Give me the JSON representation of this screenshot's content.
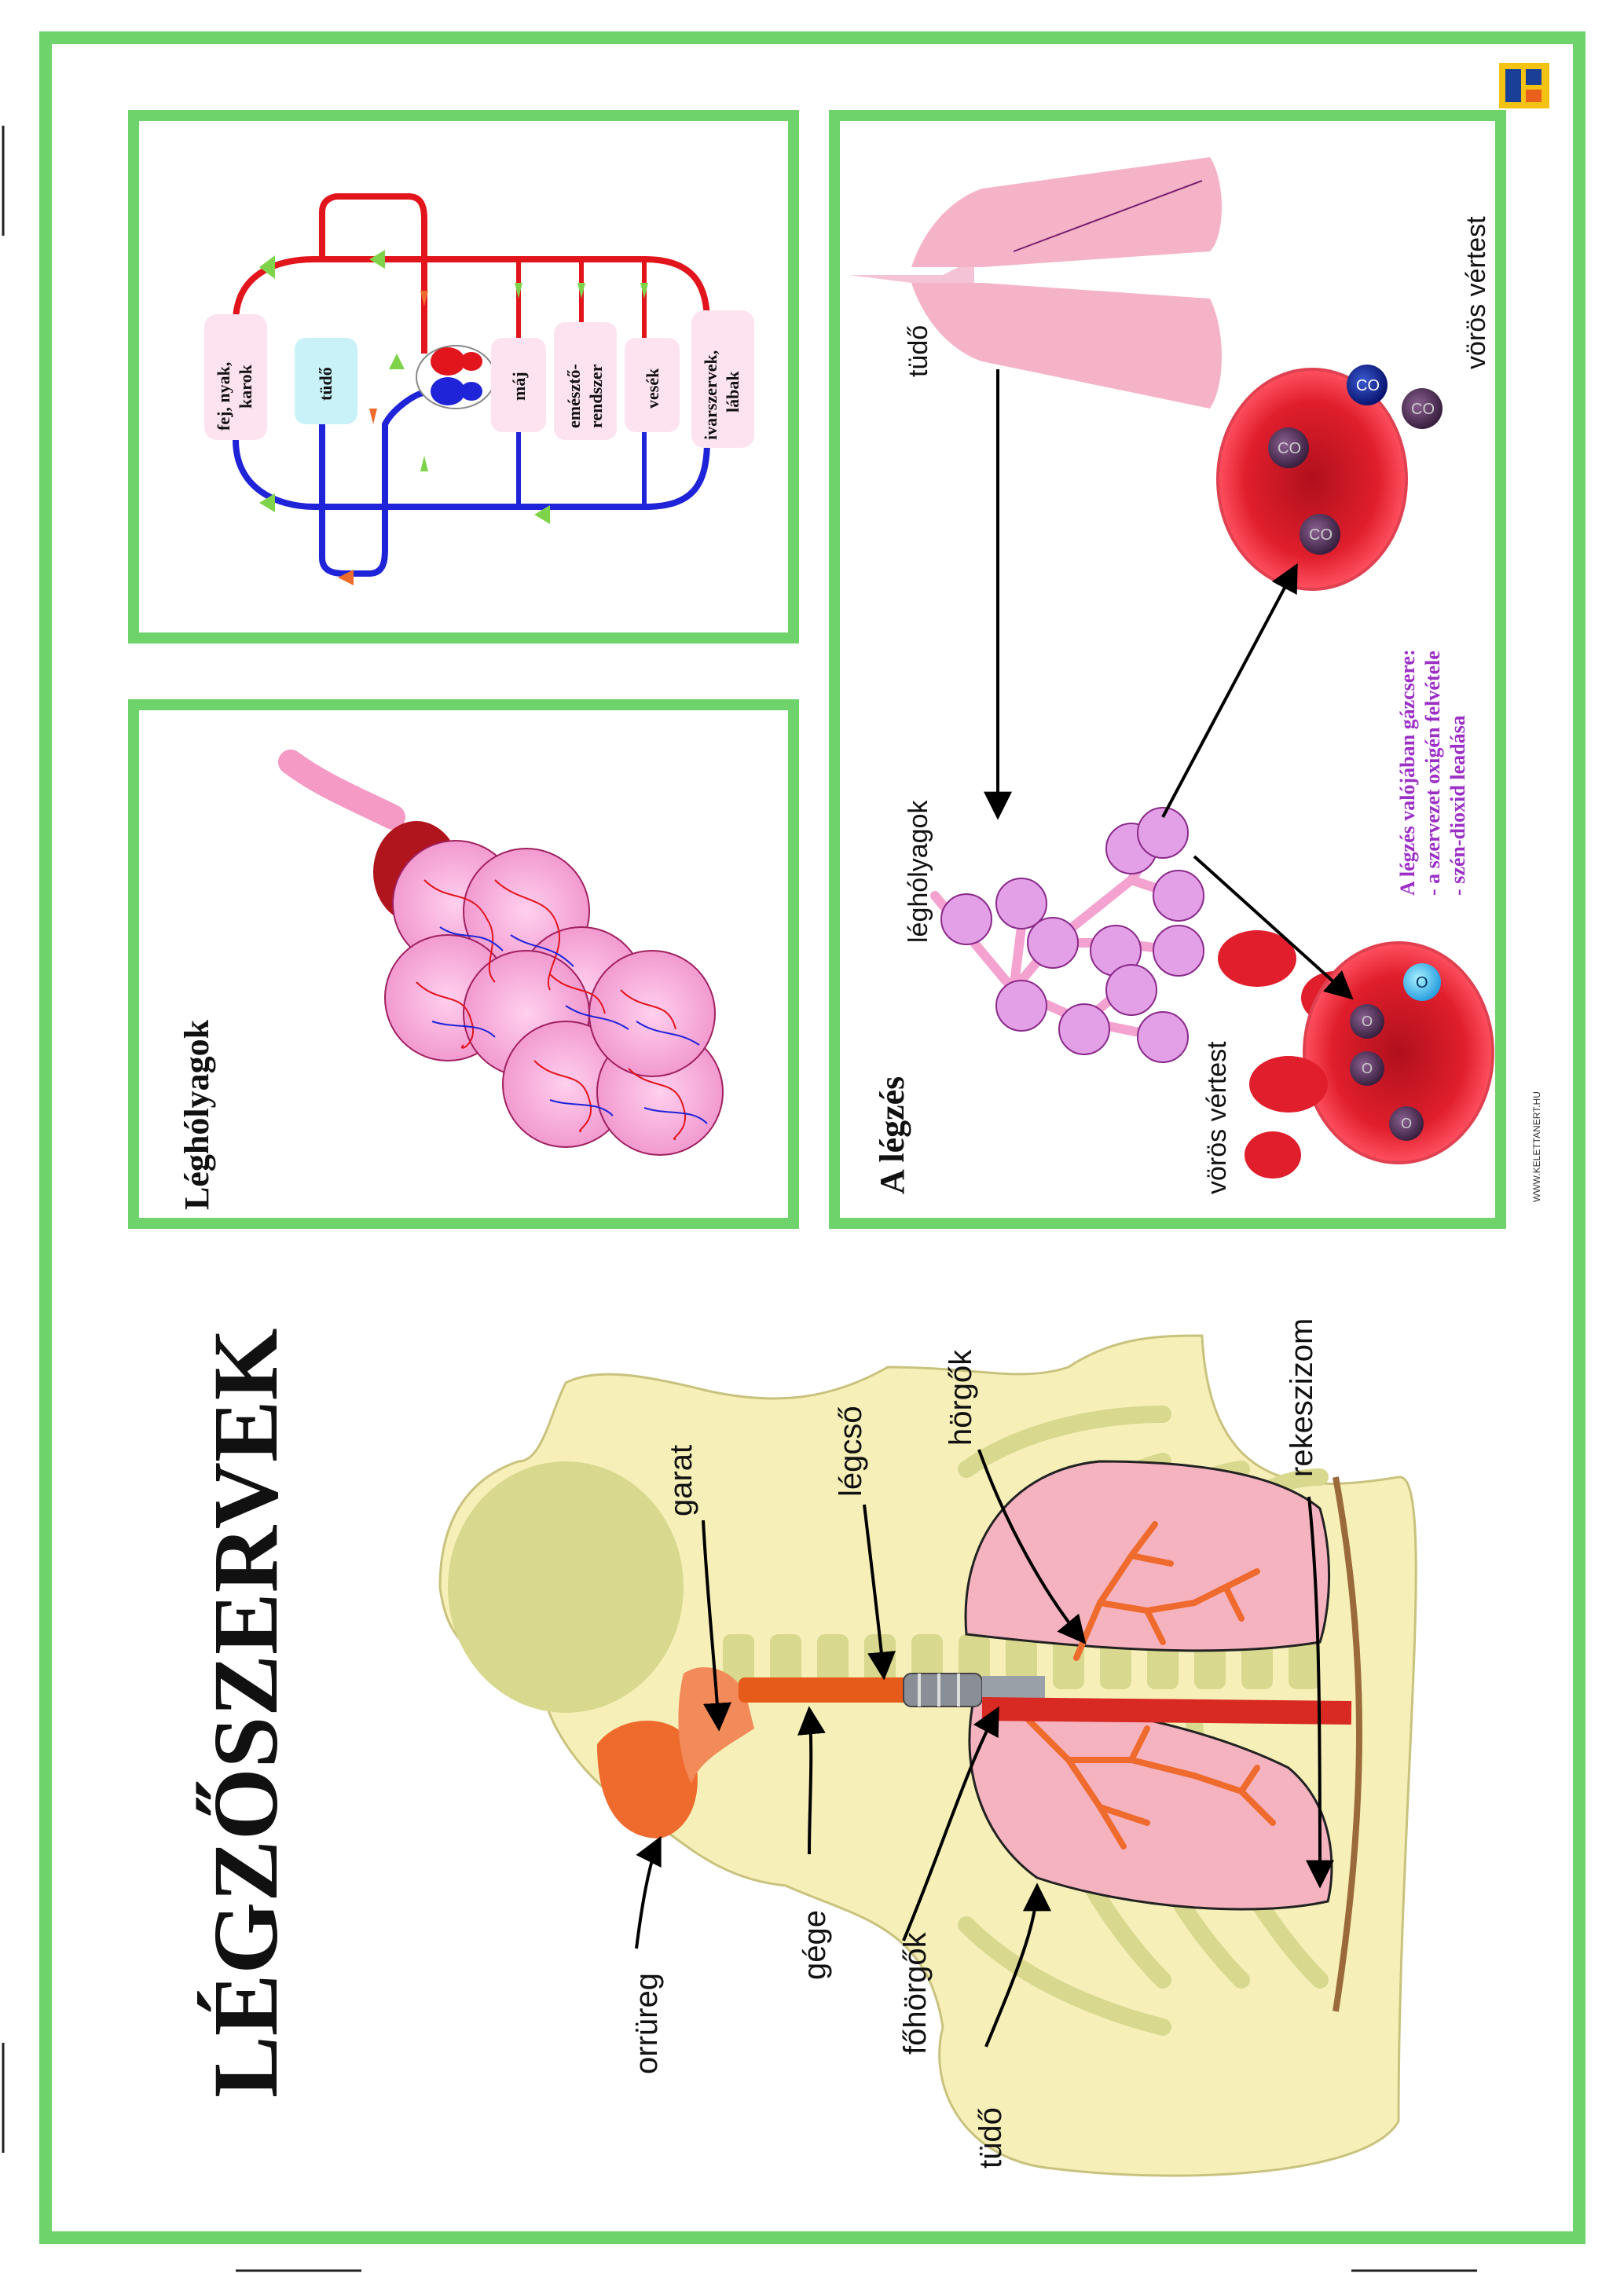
{
  "poster": {
    "title": "LÉGZŐSZERVEK",
    "website": "WWW.KELETTANERT.HU"
  },
  "anatomy": {
    "labels": {
      "orrureg": "orrüreg",
      "garat": "garat",
      "gege": "gége",
      "legcso": "légcső",
      "fohorgok": "főhörgők",
      "horgok": "hörgők",
      "tudo": "tüdő",
      "rekeszizom": "rekeszizom"
    }
  },
  "alveoli_panel": {
    "title": "Léghólyagok"
  },
  "circulation_panel": {
    "organs": {
      "head": [
        "fej, nyak,",
        "karok"
      ],
      "lung": "tüdő",
      "liver": "máj",
      "digestive": [
        "emésztő-",
        "rendszer"
      ],
      "kidneys": "vesék",
      "legs": [
        "ivarszervek,",
        "lábak"
      ]
    }
  },
  "breathing_panel": {
    "title": "A légzés",
    "labels": {
      "lung": "tüdő",
      "alveoli": "léghólyagok",
      "rbc_top": "vörös vértest",
      "rbc_bottom": "vörös vértest"
    },
    "co2": "CO",
    "o2": "O",
    "exchange": [
      "A légzés valójában gázcsere:",
      "- a szervezet oxigén felvétele",
      "- szén-dioxid leadása"
    ]
  },
  "colors": {
    "frame_green": "#6ed36a",
    "body_cream": "#f6f0b8",
    "bone": "#d8d88e",
    "lung_pink": "#f5b3c0",
    "airway_orange": "#ef6a2d",
    "artery_red": "#e2141c",
    "vein_blue": "#1f24d8",
    "rbc_red": "#d8182a",
    "exchange_purple": "#9b2fc6"
  }
}
